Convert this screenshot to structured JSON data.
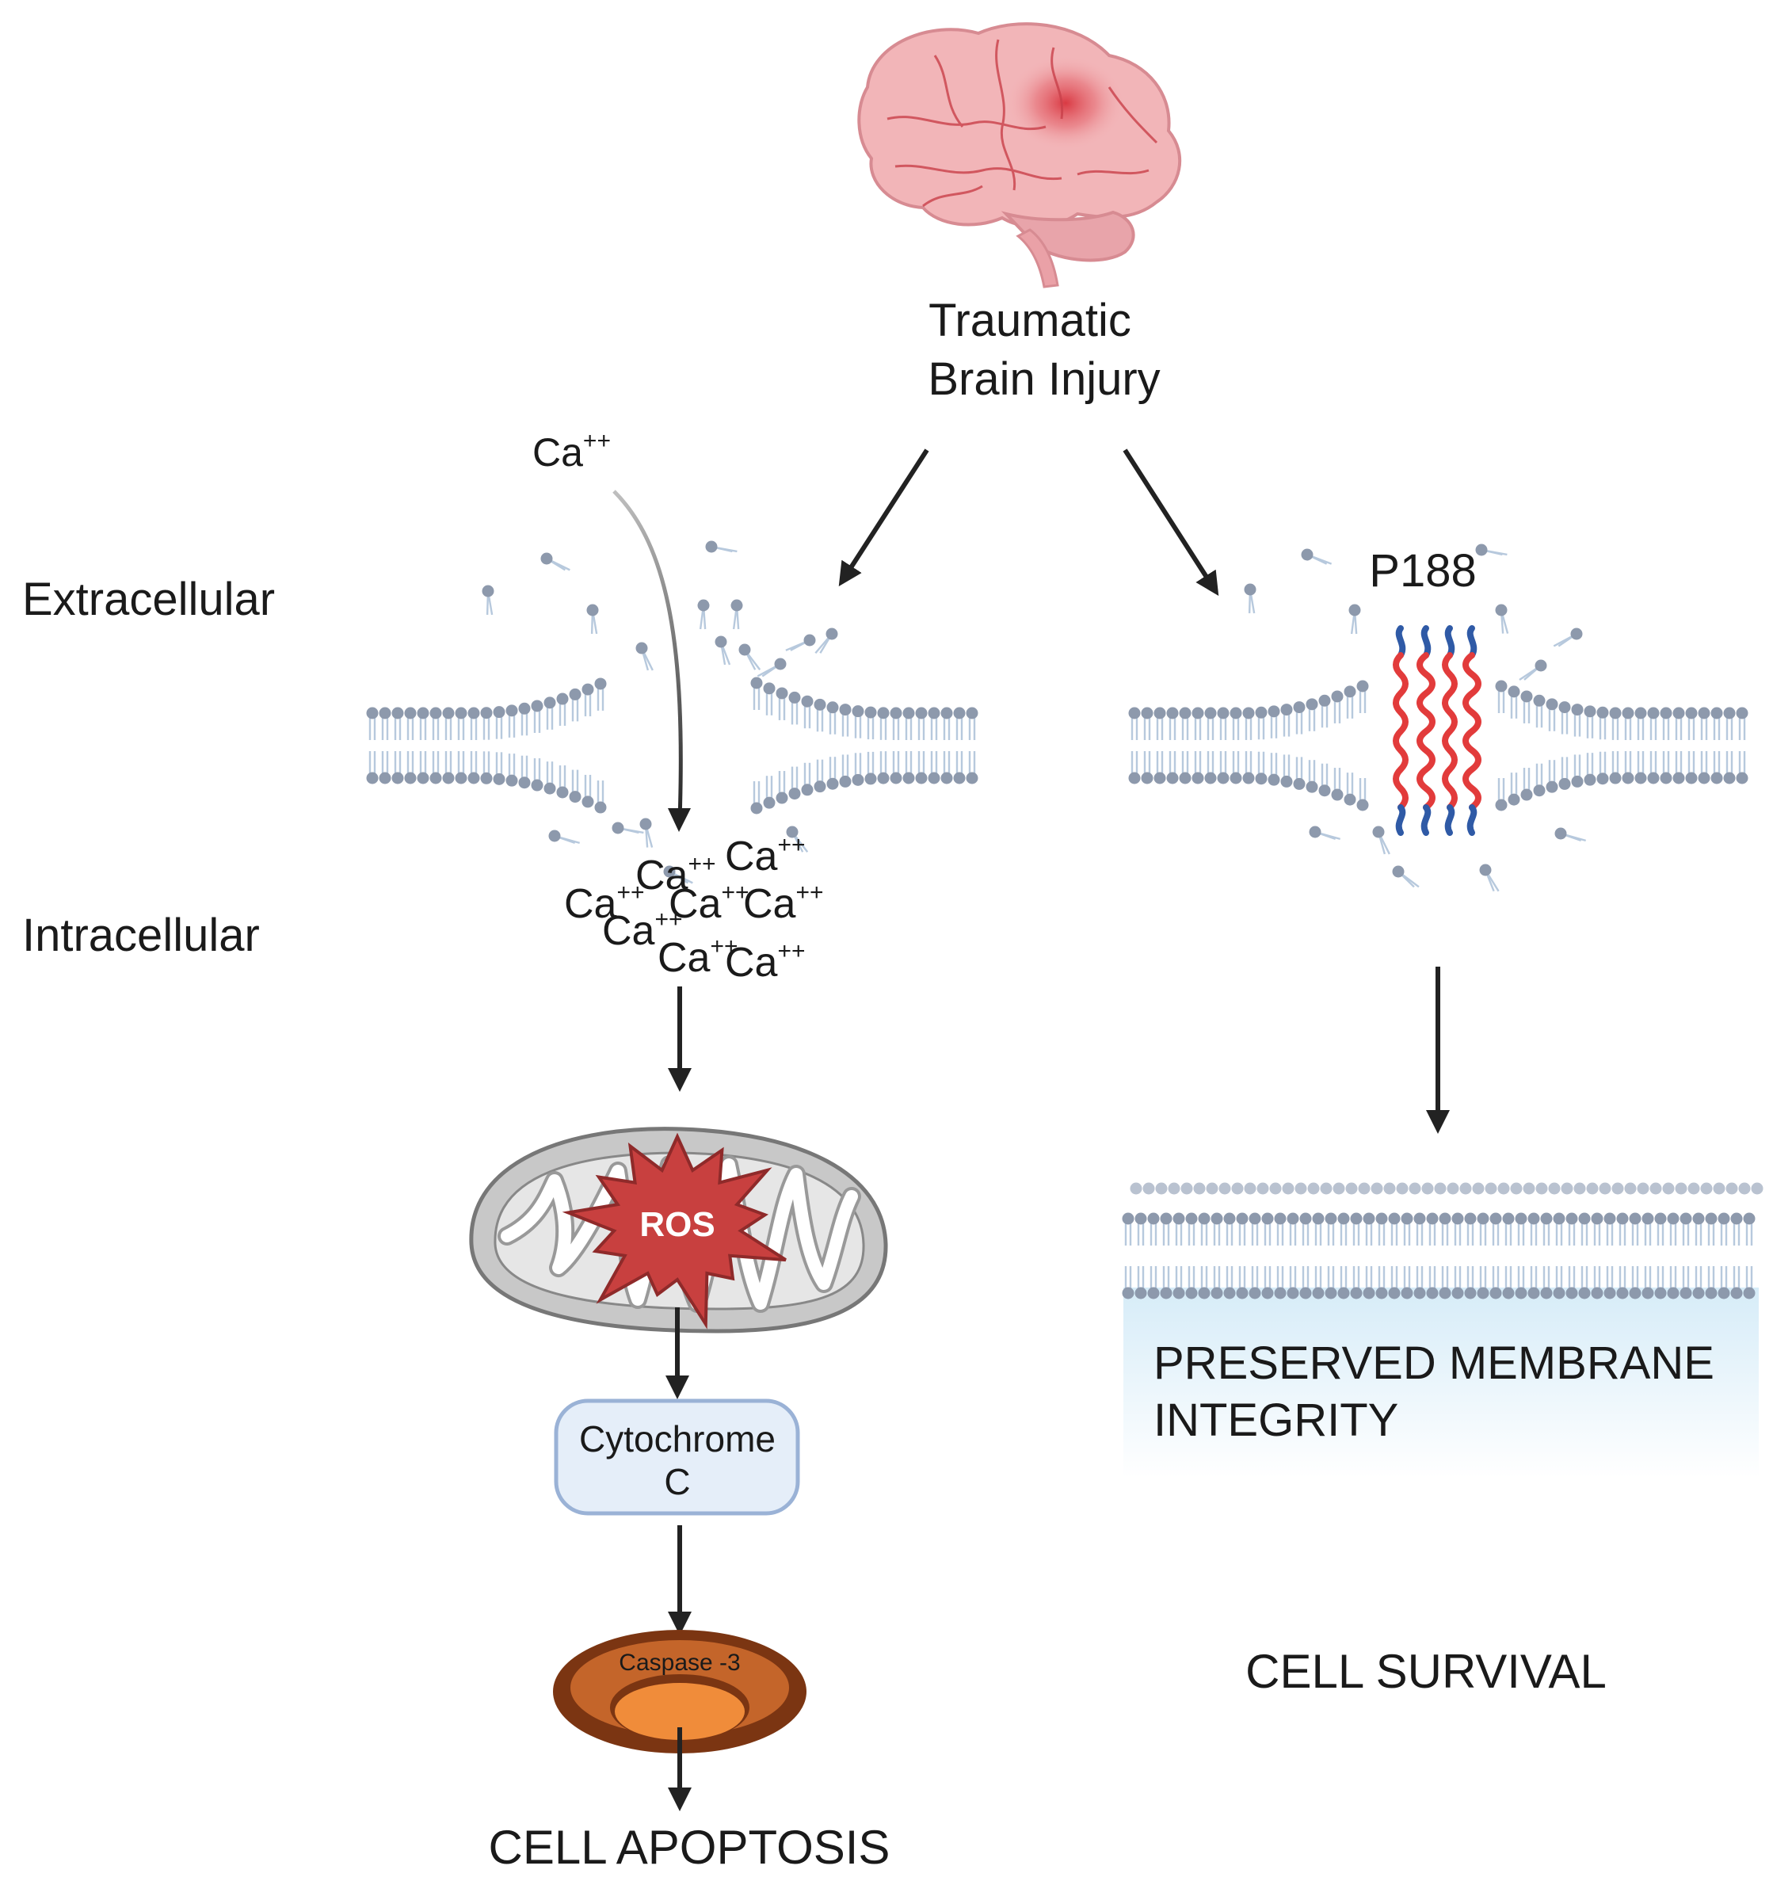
{
  "title_lines": [
    "Traumatic",
    "Brain Injury"
  ],
  "region_labels": {
    "extracellular": "Extracellular",
    "intracellular": "Intracellular"
  },
  "calcium": {
    "base": "Ca",
    "charge": "++",
    "intracellular_count": 8
  },
  "p188_label": "P188",
  "ros_label": "ROS",
  "cytochrome_lines": [
    "Cytochrome",
    "C"
  ],
  "caspase_label": "Caspase -3",
  "apoptosis_label": "CELL APOPTOSIS",
  "preserved_lines": [
    "PRESERVED MEMBRANE",
    "INTEGRITY"
  ],
  "survival_label": "CELL SURVIVAL",
  "colors": {
    "brain": "#f2b5b8",
    "brain_vessel": "#c9404a",
    "lipid_head": "#8d99ac",
    "lipid_tail": "#b7c9dd",
    "ros": "#c8403f",
    "mito": "#c8c8c8",
    "cytochrome_fill": "#e5eef9",
    "cytochrome_stroke": "#9ab2d6",
    "caspase_outer": "#7b3512",
    "caspase_inner": "#f08c3a",
    "p188_red": "#e23b3b",
    "p188_blue": "#2f5aa6"
  }
}
